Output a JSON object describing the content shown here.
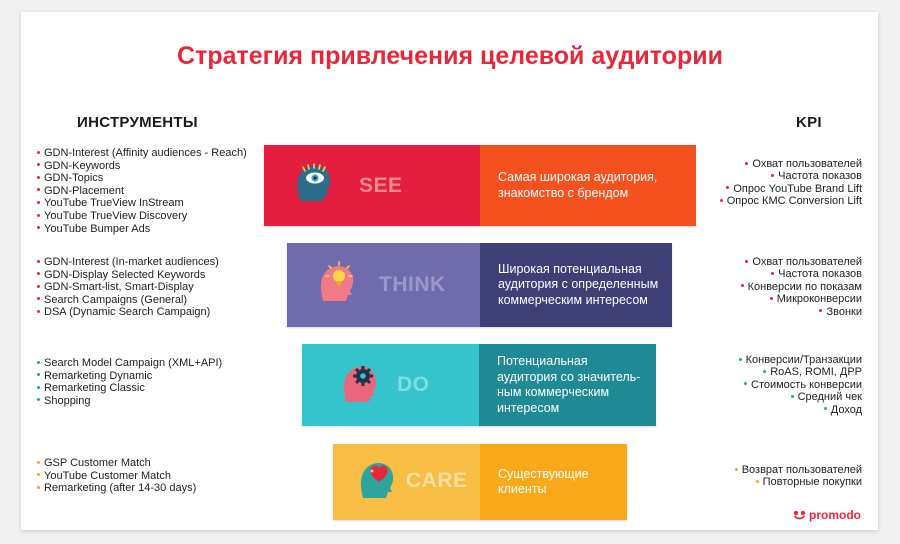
{
  "title": "Стратегия привлечения целевой аудитории",
  "headers": {
    "tools": "ИНСТРУМЕНТЫ",
    "kpi": "KPI"
  },
  "stages": [
    {
      "name": "SEE",
      "description": "Самая широкая аудитория, знакомство с брендом",
      "left_color": "#e41e3f",
      "right_color": "#f4511e",
      "label_color": "#f08a8e",
      "dot_color": "#e8283a",
      "icon": "eye-head-icon",
      "tools": [
        "GDN-Interest (Affinity audiences - Reach)",
        "GDN-Keywords",
        "GDN-Topics",
        "GDN-Placement",
        "YouTube TrueView InStream",
        "YouTube TrueView Discovery",
        "YouTube Bumper Ads"
      ],
      "kpi": [
        "Охват пользователей",
        "Частота показов",
        "Опрос YouTube Brand Lift",
        "Опрос КМС Conversion Lift"
      ]
    },
    {
      "name": "THINK",
      "description": "Широкая потенциальная аудитория с определенным коммерческим интересом",
      "left_color": "#6f6bad",
      "right_color": "#3d3f75",
      "label_color": "#9a97cb",
      "dot_color": "#e8283a",
      "icon": "lightbulb-head-icon",
      "tools": [
        "GDN-Interest (In-market audiences)",
        "GDN-Display Selected Keywords",
        "GDN-Smart-list, Smart-Display",
        "Search Campaigns (General)",
        "DSA (Dynamic Search Campaign)"
      ],
      "kpi": [
        "Охват пользователей",
        "Частота показов",
        "Конверсии по показам",
        "Микроконверсии",
        "Звонки"
      ]
    },
    {
      "name": "DO",
      "description": "Потенциальная аудитория со значитель-ным коммерческим интересом",
      "left_color": "#35c3cc",
      "right_color": "#1f8a93",
      "label_color": "#7fdde3",
      "dot_color": "#1aa9b3",
      "icon": "gear-head-icon",
      "tools": [
        "Search Model Campaign (XML+API)",
        "Remarketing Dynamic",
        "Remarketing Classic",
        "Shopping"
      ],
      "kpi": [
        "Конверсии/Транзакции",
        "RoAS, ROMI, ДРР",
        "Стоимость конверсии",
        "Средний чек",
        "Доход"
      ]
    },
    {
      "name": "CARE",
      "description": "Существующие клиенты",
      "left_color": "#f7bd45",
      "right_color": "#f9a81a",
      "label_color": "#fbe0a5",
      "dot_color": "#f5a623",
      "icon": "heart-head-icon",
      "tools": [
        "GSP Customer Match",
        "YouTube Customer Match",
        "Remarketing (after 14-30 days)"
      ],
      "kpi": [
        "Возврат пользователей",
        "Повторные покупки"
      ]
    }
  ],
  "brand": "promodo"
}
